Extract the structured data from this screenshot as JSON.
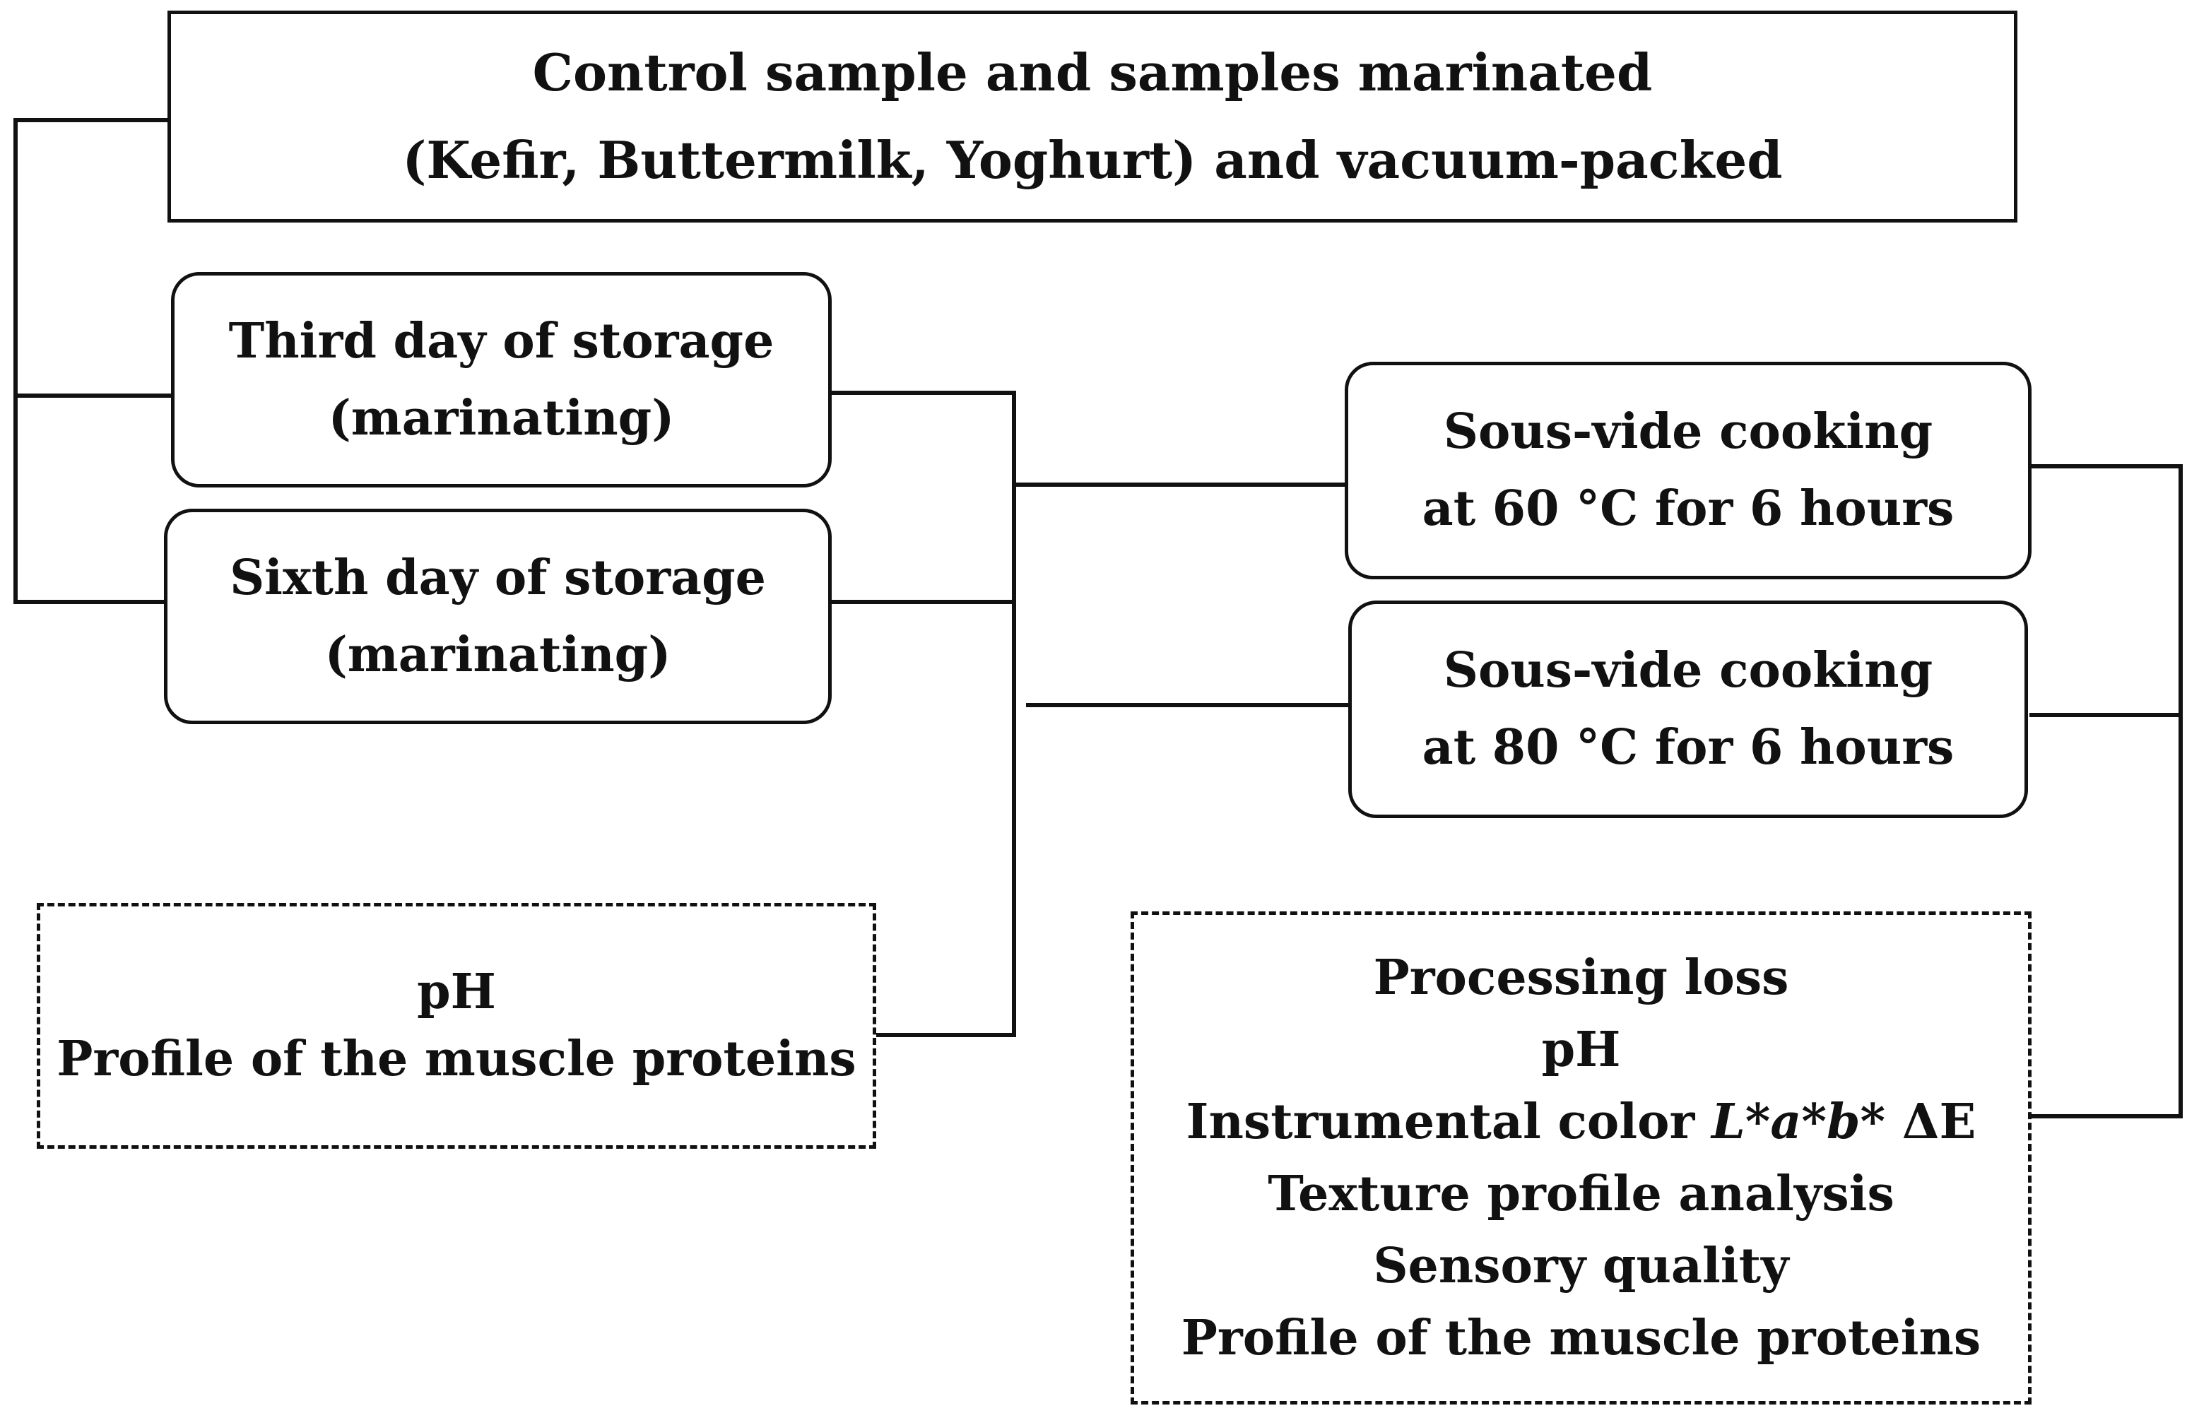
{
  "header_box": {
    "line1": "Control sample and samples marinated",
    "line2": "(Kefir, Buttermilk, Yoghurt) and vacuum-packed"
  },
  "storage": [
    {
      "line1": "Third day of storage",
      "line2": "(marinating)"
    },
    {
      "line1": "Sixth day of storage",
      "line2": "(marinating)"
    }
  ],
  "cooking": [
    {
      "line1": "Sous-vide cooking",
      "line2": "at 60 °C for 6 hours"
    },
    {
      "line1": "Sous-vide cooking",
      "line2": "at 80 °C for 6 hours"
    }
  ],
  "marinated_analyses": {
    "items": [
      "pH",
      "Profile of the muscle proteins"
    ]
  },
  "cooked_analyses": {
    "processing_loss": "Processing loss",
    "ph": "pH",
    "color_prefix": "Instrumental color ",
    "color_params": "L*a*b*",
    "color_delta": " ΔE",
    "texture": "Texture profile analysis",
    "sensory": "Sensory quality",
    "proteins": "Profile of the muscle proteins"
  }
}
